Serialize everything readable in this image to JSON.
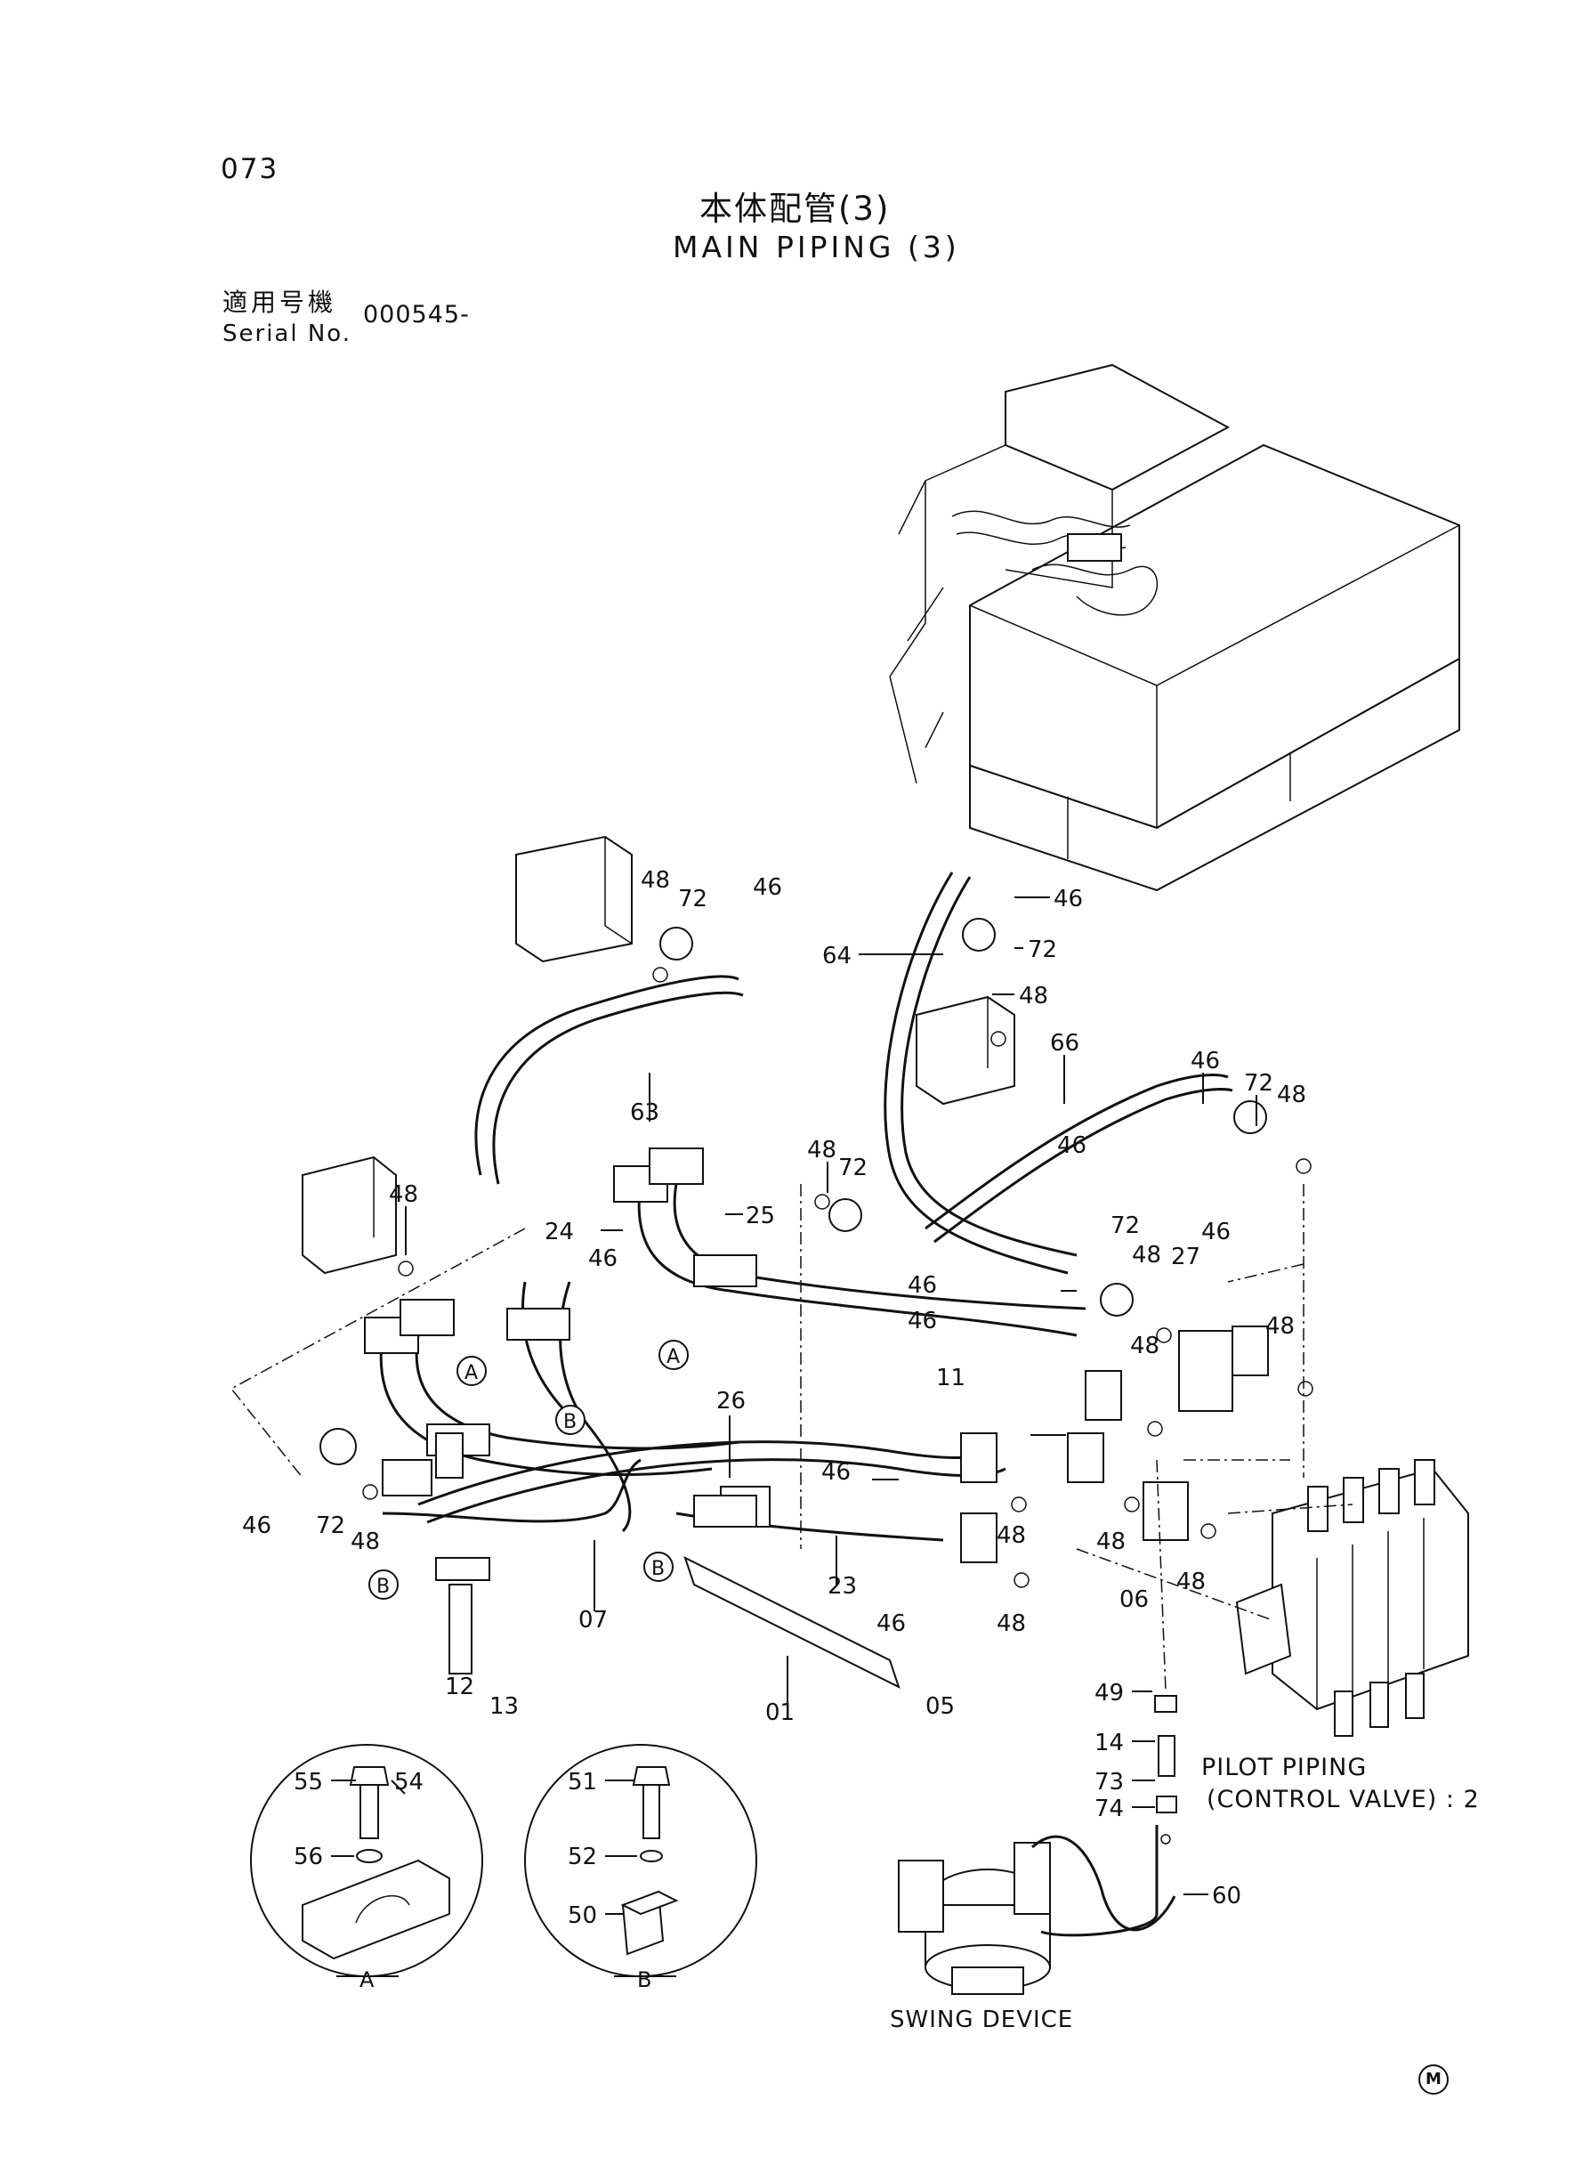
{
  "header": {
    "page_number": "073",
    "title_jp": "本体配管(3)",
    "title_en": "MAIN PIPING (3)",
    "serial_label_jp": "適用号機",
    "serial_label_en": "Serial No.",
    "serial_value": "000545-"
  },
  "labels": {
    "pilot_piping_line1": "PILOT PIPING",
    "pilot_piping_line2": "(CONTROL VALVE) : 2",
    "swing_device": "SWING DEVICE",
    "manufacturer_mark": "M"
  },
  "detail_views": {
    "a": {
      "marker": "A",
      "parts": [
        "55",
        "54",
        "56"
      ]
    },
    "b": {
      "marker": "B",
      "parts": [
        "51",
        "52",
        "50"
      ]
    }
  },
  "callouts": {
    "c48a": "48",
    "c72a": "72",
    "c46a": "46",
    "c63": "63",
    "c48b": "48",
    "c64": "64",
    "c46b": "46",
    "c72b": "72",
    "c48c": "48",
    "c66": "66",
    "c46c": "46",
    "c72c": "72",
    "c48d": "48",
    "c48e": "48",
    "c72d": "72",
    "c24": "24",
    "c25": "25",
    "c46d": "46",
    "c46e": "46",
    "c72e": "72",
    "c46f": "46",
    "c46g": "46",
    "c48f": "48",
    "c27": "27",
    "c46h": "46",
    "c48g": "48",
    "c48h": "48",
    "c11": "11",
    "c26": "26",
    "c46i": "46",
    "c72f": "72",
    "c48i": "48",
    "c46j": "46",
    "c48j": "48",
    "c48k": "48",
    "c06": "06",
    "c48l": "48",
    "c46k": "46",
    "c23": "23",
    "c48m": "48",
    "c07": "07",
    "c12": "12",
    "c13": "13",
    "c01": "01",
    "c05": "05",
    "c49": "49",
    "c14": "14",
    "c73": "73",
    "c74": "74",
    "c60": "60",
    "mA1": "A",
    "mA2": "A",
    "mB1": "B",
    "mB2": "B",
    "mB3": "B"
  }
}
